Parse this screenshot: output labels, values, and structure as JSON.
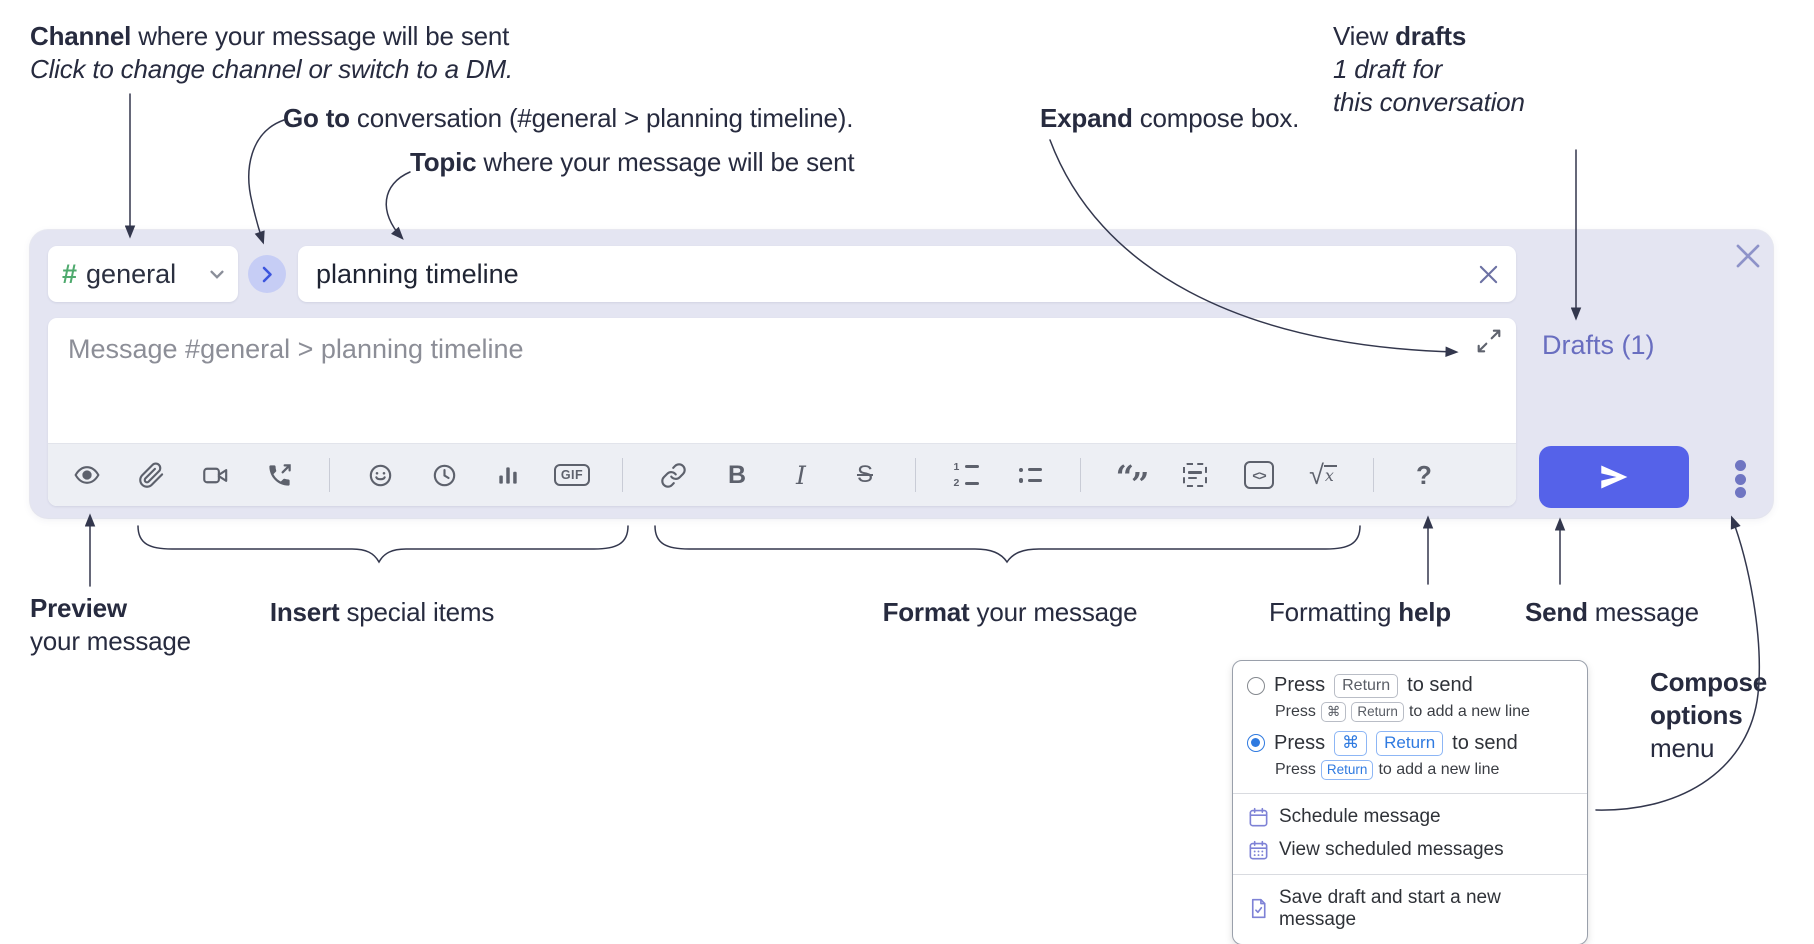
{
  "colors": {
    "panel_lavender": "#e4e5f2",
    "send_indigo": "#5562e9",
    "drafts_purple": "#696ec0",
    "channel_green": "#4faa6e",
    "goto_arrow_blue": "#3c55dd",
    "menu_blue": "#2f7ae0",
    "menu_icon_purple": "#7e82d6",
    "toolbar_icon_gray": "#5d616c",
    "annotation_ink": "#272b3f"
  },
  "annotations": {
    "channel": {
      "bold": "Channel",
      "rest": " where your message will be sent",
      "line2": "Click to change channel or switch to a DM."
    },
    "goto": {
      "bold": "Go to",
      "rest": " conversation (#general > planning timeline)."
    },
    "topic": {
      "bold": "Topic",
      "rest": " where your message will be sent"
    },
    "expand": {
      "bold": "Expand",
      "rest": " compose box."
    },
    "view_drafts": {
      "pre": "View ",
      "bold": "drafts",
      "line2": "1 draft for",
      "line3": "this conversation"
    },
    "preview": {
      "bold": "Preview",
      "line2": "your message"
    },
    "insert": {
      "bold": "Insert",
      "rest": " special items"
    },
    "format": {
      "bold": "Format",
      "rest": " your message"
    },
    "formatting_help": {
      "pre": "Formatting ",
      "bold": "help"
    },
    "send": {
      "bold": "Send",
      "rest": " message"
    },
    "compose_options": {
      "line1": "Compose",
      "line2": "options",
      "line3": "menu"
    }
  },
  "compose": {
    "channel": {
      "hash": "#",
      "name": "general"
    },
    "topic_value": "planning timeline",
    "message_placeholder": "Message #general > planning timeline",
    "drafts_label": "Drafts (1)",
    "toolbar": {
      "gif_label": "GIF",
      "bold_label": "B",
      "italic_label": "I",
      "strike_label": "S",
      "quote_open": "“",
      "quote_close": "”",
      "code_label": "<>",
      "math_root": "√",
      "math_x": "x",
      "help_label": "?",
      "num1": "1",
      "num2": "2"
    }
  },
  "options_menu": {
    "enter_sends": {
      "press": "Press",
      "to_send": "to send",
      "to_newline": "to add a new line",
      "key_return": "Return",
      "key_cmd": "⌘"
    },
    "items": {
      "schedule": "Schedule message",
      "view_scheduled": "View scheduled messages",
      "save_draft": "Save draft and start a new message"
    }
  }
}
